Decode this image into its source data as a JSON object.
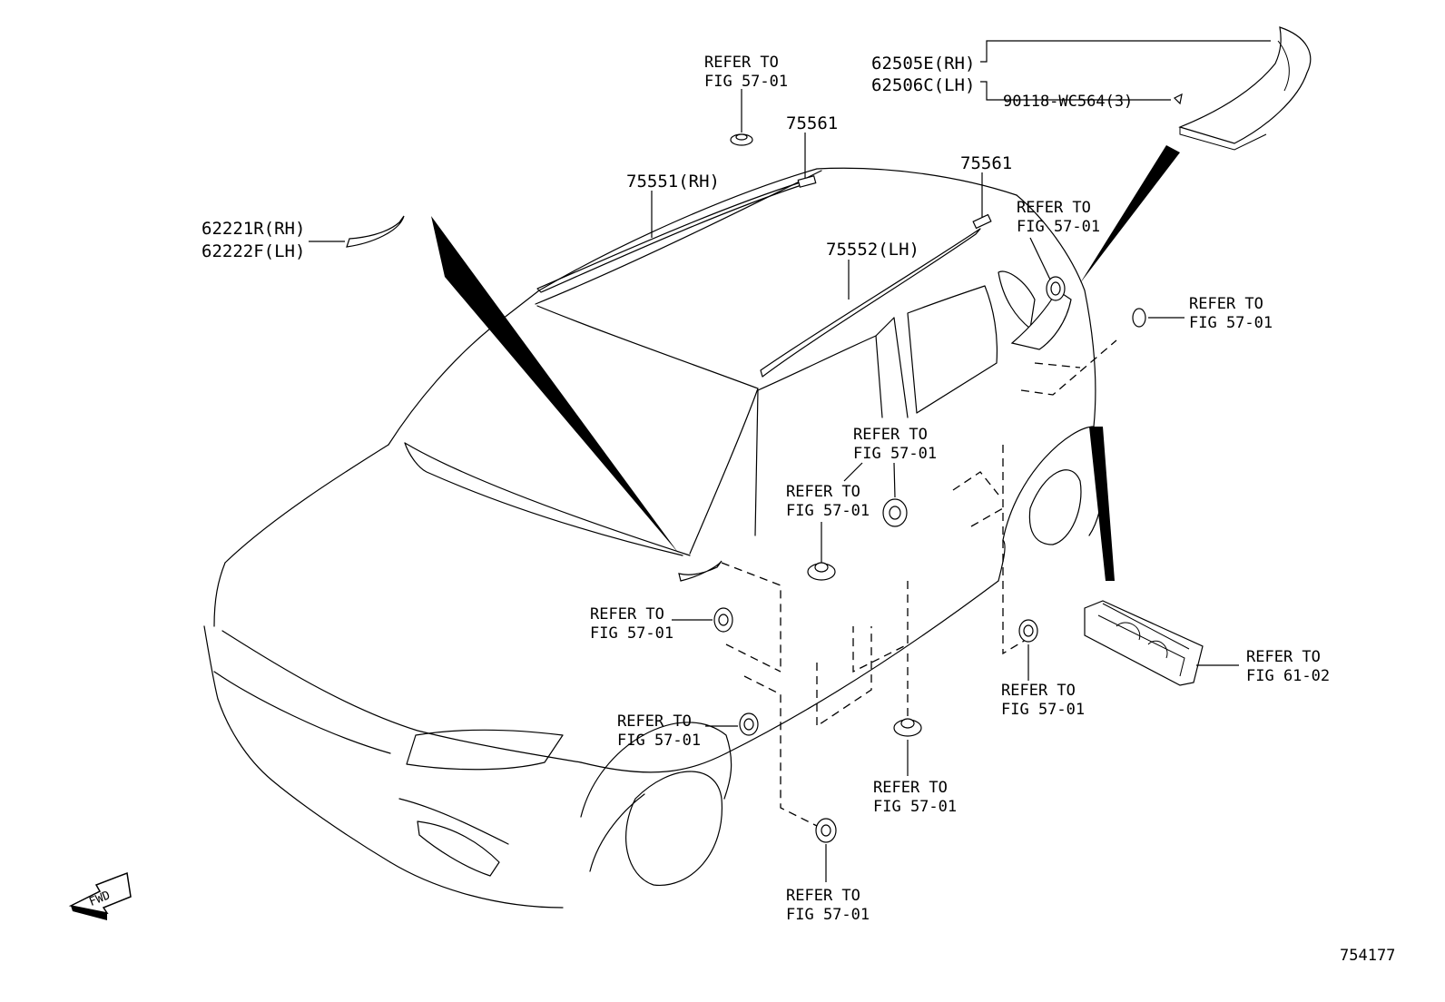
{
  "diagram_id": "754177",
  "fwd_label": "FWD",
  "callouts": {
    "refer_fig57_top": [
      "REFER TO",
      "FIG 57-01"
    ],
    "p62505e": "62505E(RH)",
    "p62506c": "62506C(LH)",
    "p90118": "90118-WC564(3)",
    "p75561_a": "75561",
    "p75561_b": "75561",
    "p75551": "75551(RH)",
    "p75552": "75552(LH)",
    "p62221r": "62221R(RH)",
    "p62222f": "62222F(LH)",
    "refer_rear_pillar": [
      "REFER TO",
      "FIG 57-01"
    ],
    "refer_rear_right": [
      "REFER TO",
      "FIG 57-01"
    ],
    "refer_center_pillar": [
      "REFER TO",
      "FIG 57-01"
    ],
    "refer_front_door": [
      "REFER TO",
      "FIG 57-01"
    ],
    "refer_fender_upper": [
      "REFER TO",
      "FIG 57-01"
    ],
    "refer_fender_lower": [
      "REFER TO",
      "FIG 57-01"
    ],
    "refer_rocker_center": [
      "REFER TO",
      "FIG 57-01"
    ],
    "refer_rear_door": [
      "REFER TO",
      "FIG 57-01"
    ],
    "refer_bottom": [
      "REFER TO",
      "FIG 57-01"
    ],
    "refer_fig61": [
      "REFER TO",
      "FIG 61-02"
    ]
  }
}
